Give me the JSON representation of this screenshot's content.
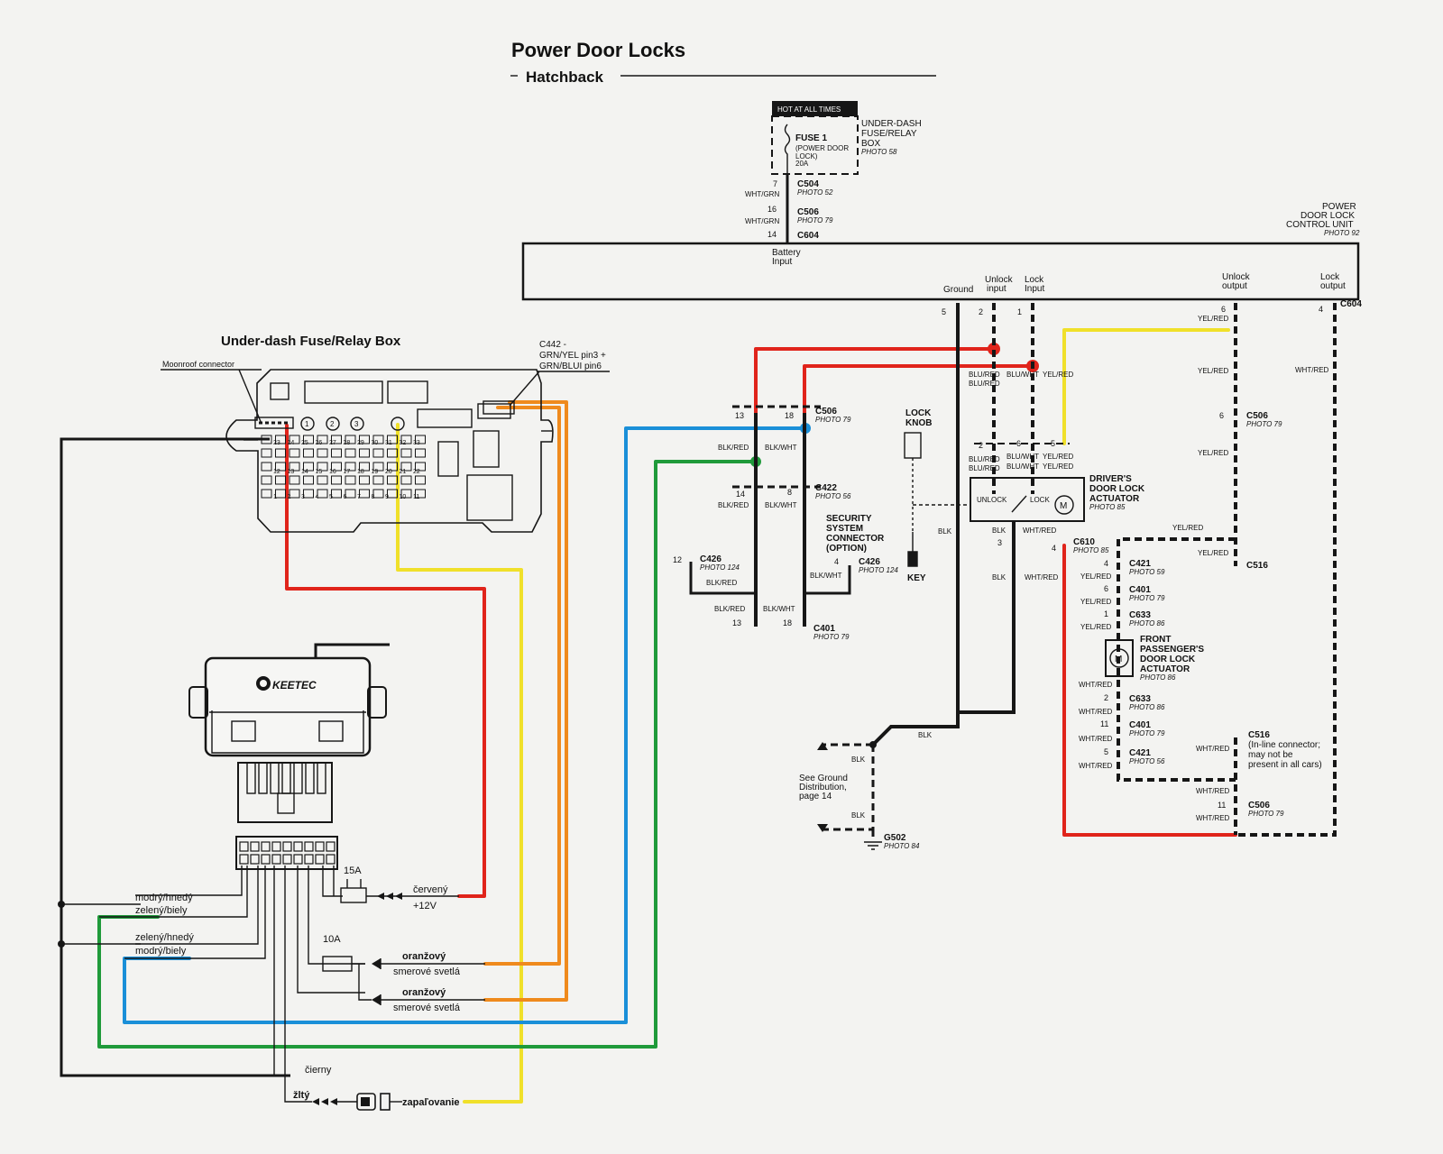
{
  "title": "Power Door Locks",
  "subtitle": "Hatchback",
  "colors": {
    "red": "#e0241b",
    "yellow": "#f0e02a",
    "orange": "#ef8a1d",
    "blue": "#1a8fd8",
    "green": "#1f9a3a",
    "black": "#161616"
  },
  "fuse_box": {
    "title": "Under-dash Fuse/Relay Box",
    "moonroof": "Moonroof connector",
    "c442_line1": "C442 -",
    "c442_line2": "GRN/YEL pin3 +",
    "c442_line3": "GRN/BLUI pin6",
    "row1_nums": [
      "23",
      "24",
      "25",
      "26",
      "27",
      "28",
      "29",
      "30",
      "31",
      "32",
      "33"
    ],
    "row2_nums": [
      "12",
      "13",
      "14",
      "15",
      "16",
      "17",
      "18",
      "19",
      "20",
      "21",
      "22"
    ],
    "row3_nums": [
      "1",
      "2",
      "3",
      "4",
      "5",
      "6",
      "7",
      "8",
      "9",
      "10",
      "11"
    ],
    "relay_nums": [
      "1",
      "2",
      "3"
    ]
  },
  "module": {
    "brand": "KEETEC",
    "fuse15": "15A",
    "fuse10": "10A",
    "lbl_modry_hnedy": "modrý/hnedý",
    "lbl_zeleny_biely": "zelený/biely",
    "lbl_zeleny_hnedy": "zelený/hnedý",
    "lbl_modry_biely": "modrý/biely",
    "lbl_cerveny": "červený",
    "lbl_plus12": "+12V",
    "lbl_oranzovy1": "oranžový",
    "lbl_smerove1": "smerové svetlá",
    "lbl_oranzovy2": "oranžový",
    "lbl_smerove2": "smerové svetlá",
    "lbl_cierny": "čierny",
    "lbl_zlty": "žltý",
    "lbl_zapalovanie": "zapaľovanie"
  },
  "schematic": {
    "hot": "HOT AT ALL TIMES",
    "fuse1": "FUSE 1",
    "fuse1_desc1": "(POWER DOOR",
    "fuse1_desc2": "LOCK)",
    "fuse1_amp": "20A",
    "udfb1": "UNDER-DASH",
    "udfb2": "FUSE/RELAY",
    "udfb3": "BOX",
    "udfb_photo": "PHOTO 58",
    "pin7": "7",
    "wire_wht_grn1": "WHT/GRN",
    "c504": "C504",
    "c504_photo": "PHOTO 52",
    "pin16": "16",
    "wire_wht_grn2": "WHT/GRN",
    "c506": "C506",
    "c506_photo": "PHOTO 79",
    "pin14": "14",
    "c604": "C604",
    "pdlcu1": "POWER",
    "pdlcu2": "DOOR LOCK",
    "pdlcu3": "CONTROL UNIT",
    "pdlcu_photo": "PHOTO 92",
    "battery1": "Battery",
    "battery2": "Input",
    "ground": "Ground",
    "unlock_in1": "Unlock",
    "unlock_in2": "input",
    "lock_in1": "Lock",
    "lock_in2": "Input",
    "unlock_out1": "Unlock",
    "unlock_out2": "output",
    "lock_out1": "Lock",
    "lock_out2": "output",
    "c604b": "C604",
    "p5": "5",
    "p2": "2",
    "p1": "1",
    "p6": "6",
    "p4": "4",
    "yel_red": "YEL/RED",
    "wht_red": "WHT/RED",
    "blu_red": "BLU/RED",
    "blu_wht": "BLU/WHT",
    "blk_red": "BLK/RED",
    "blk_wht": "BLK/WHT",
    "blk": "BLK",
    "n13": "13",
    "n18": "18",
    "n14": "14",
    "n8": "8",
    "n12": "12",
    "n4": "4",
    "n2": "2",
    "n6": "6",
    "n5": "5",
    "n3": "3",
    "n1": "1",
    "n11": "11",
    "c506b": "C506",
    "photo79": "PHOTO 79",
    "c422": "C422",
    "photo56": "PHOTO 56",
    "c426": "C426",
    "photo124": "PHOTO 124",
    "c401": "C401",
    "security1": "SECURITY",
    "security2": "SYSTEM",
    "security3": "CONNECTOR",
    "security4": "(OPTION)",
    "lock_knob1": "LOCK",
    "lock_knob2": "KNOB",
    "key": "KEY",
    "driver1": "DRIVER'S",
    "driver2": "DOOR LOCK",
    "driver3": "ACTUATOR",
    "driver_photo": "PHOTO 85",
    "unlock": "UNLOCK",
    "lock": "LOCK",
    "motor": "M",
    "c610": "C610",
    "photo85": "PHOTO 85",
    "c421": "C421",
    "c633": "C633",
    "photo86": "PHOTO 86",
    "front1": "FRONT",
    "front2": "PASSENGER'S",
    "front3": "DOOR LOCK",
    "front4": "ACTUATOR",
    "c516": "C516",
    "c516_1": "(In-line connector;",
    "c516_2": "may not be",
    "c516_3": "present in all cars)",
    "see_ground1": "See Ground",
    "see_ground2": "Distribution,",
    "see_ground3": "page 14",
    "g502": "G502",
    "photo84": "PHOTO 84",
    "photo59": "PHOTO 59"
  }
}
